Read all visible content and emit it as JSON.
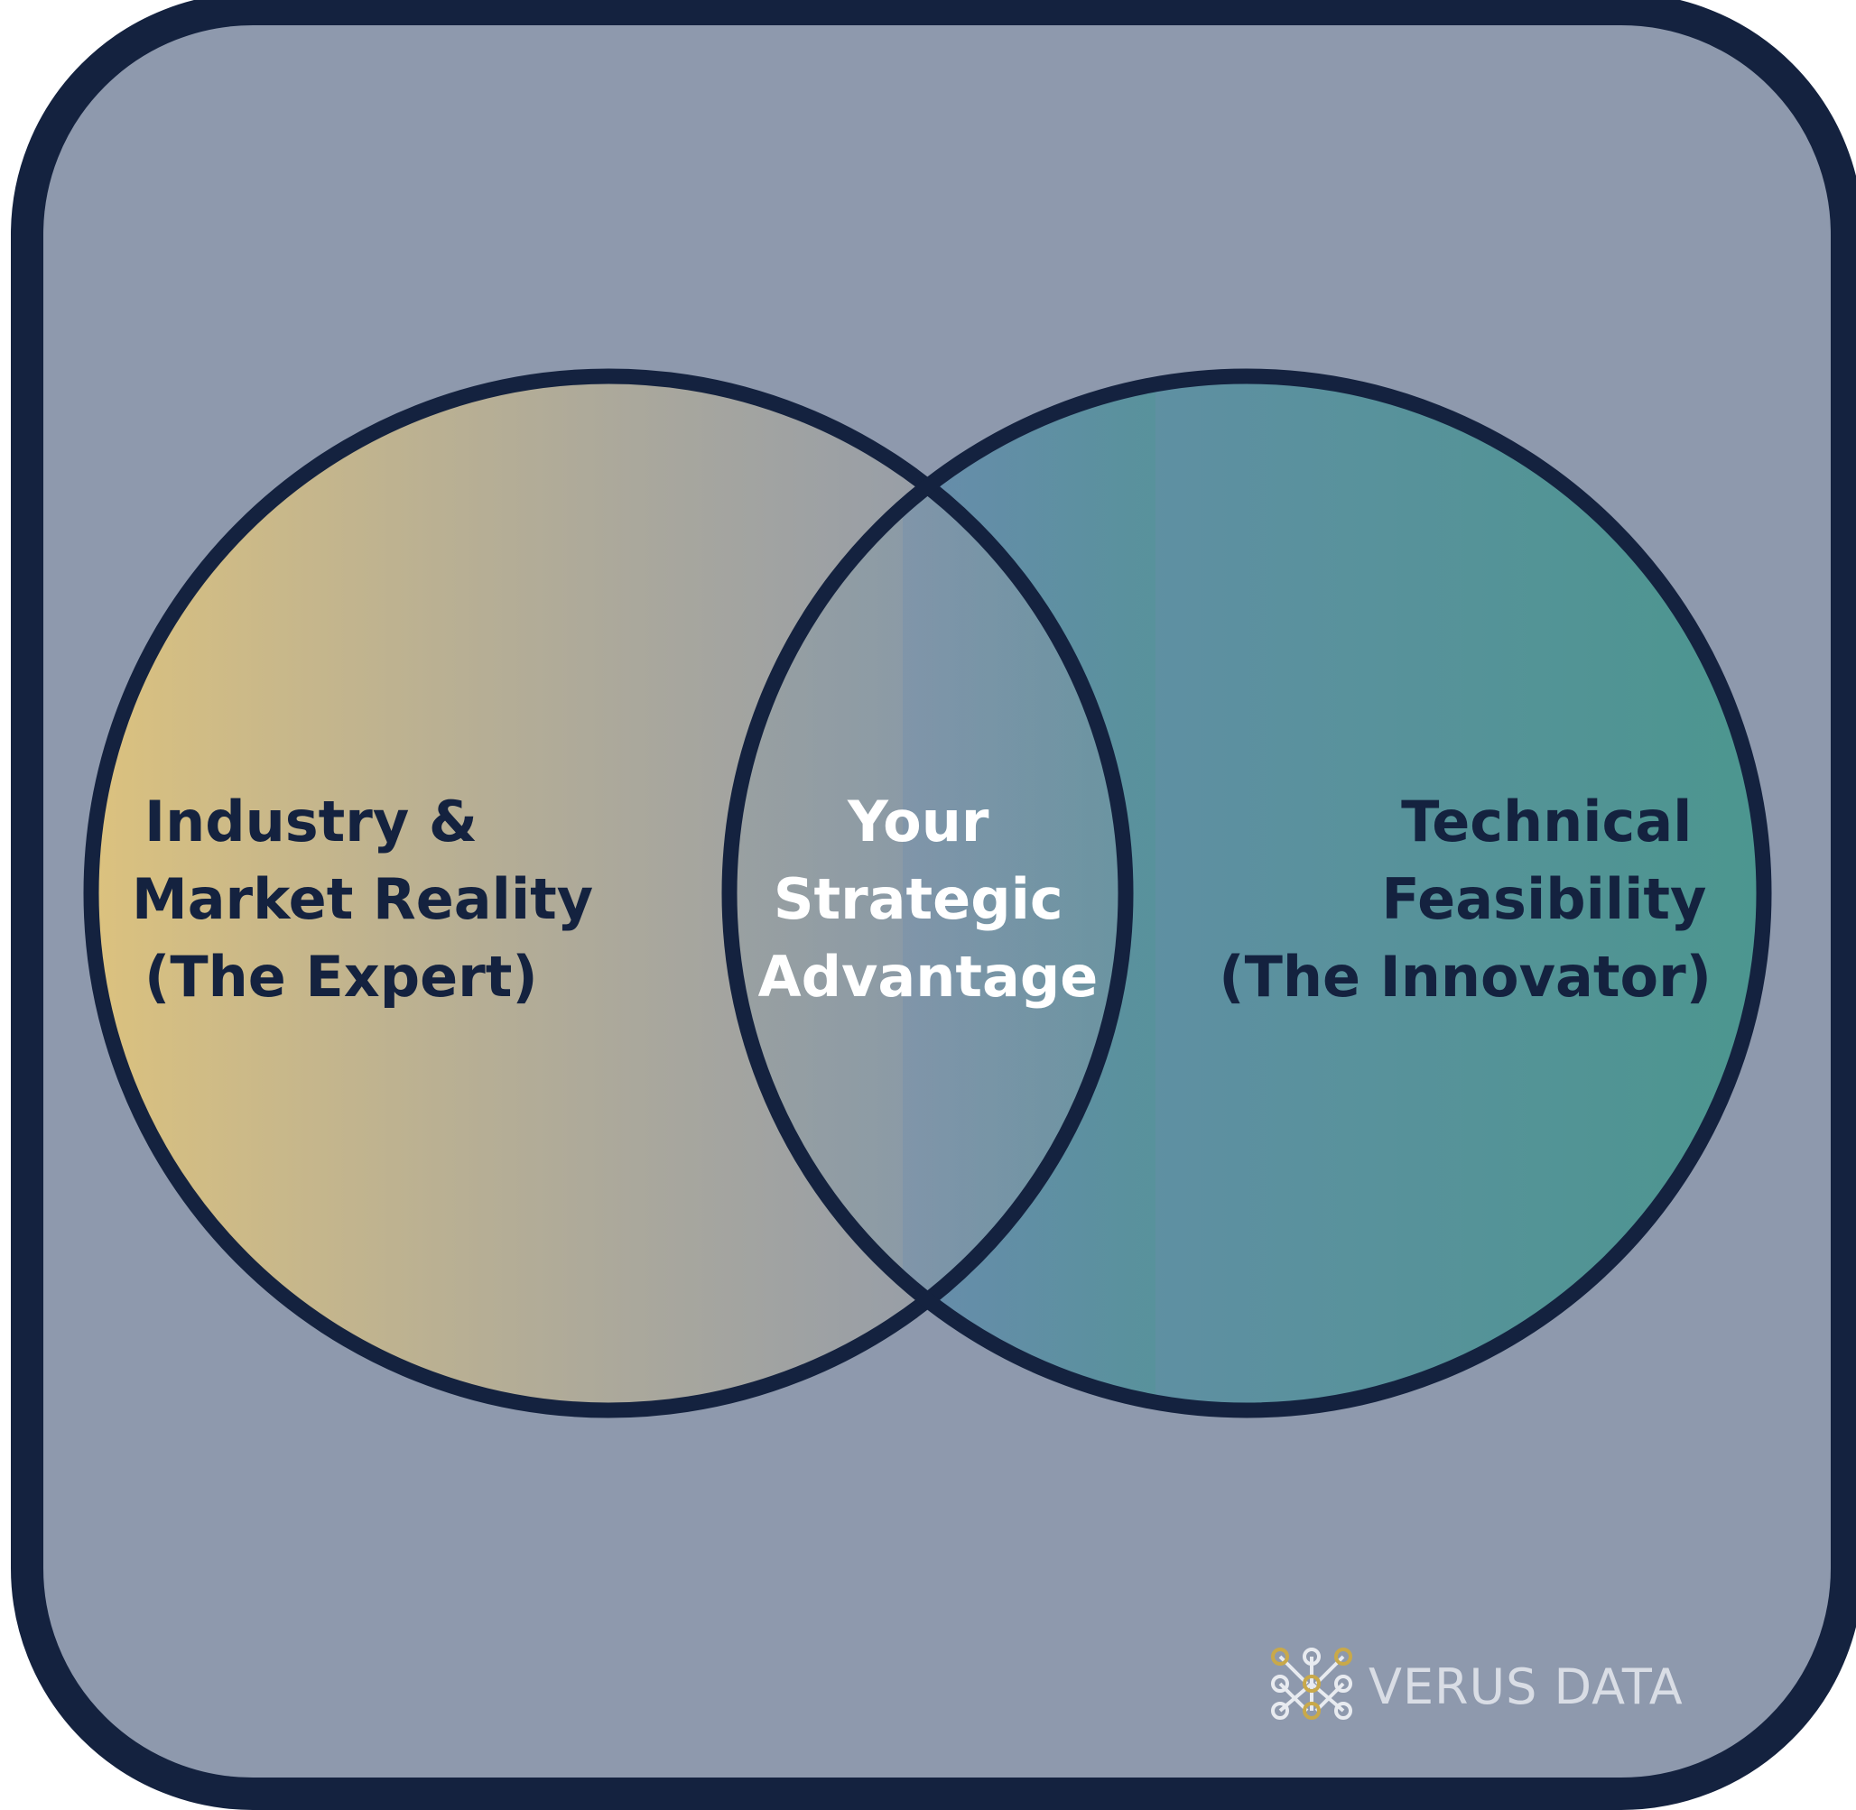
{
  "diagram": {
    "type": "venn",
    "sets": [
      {
        "id": "left",
        "lines": [
          "Industry &",
          "Market Reality",
          "(The Expert)"
        ]
      },
      {
        "id": "right",
        "lines": [
          "Technical",
          "Feasibility",
          "(The Innovator)"
        ]
      }
    ],
    "intersection": {
      "lines": [
        "Your",
        "Strategic",
        "Advantage"
      ]
    }
  },
  "brand": {
    "name": "VERUS DATA",
    "logo_icon": "network-nodes-icon"
  },
  "colors": {
    "panel_bg": "#8e99ad",
    "border": "#14223f",
    "left_gradient_start": "#dcc27e",
    "left_gradient_end": "#8e99ad",
    "right_gradient_start": "#6c8bb0",
    "right_gradient_end": "#4c968f",
    "dark_text": "#14223f",
    "light_text": "#ffffff",
    "logo_gold": "#c9a949"
  }
}
